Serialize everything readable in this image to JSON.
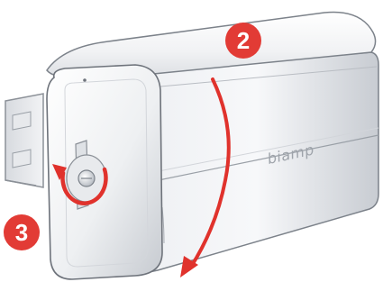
{
  "steps": [
    {
      "number": "2"
    },
    {
      "number": "3"
    }
  ],
  "brand": {
    "text": "biamp"
  },
  "colors": {
    "accent_red": "#e0322c",
    "badge_red": "#e23b35",
    "body_light": "#f2f3f5",
    "body_shadow": "#c9ccd2",
    "outline": "#6e737b"
  }
}
